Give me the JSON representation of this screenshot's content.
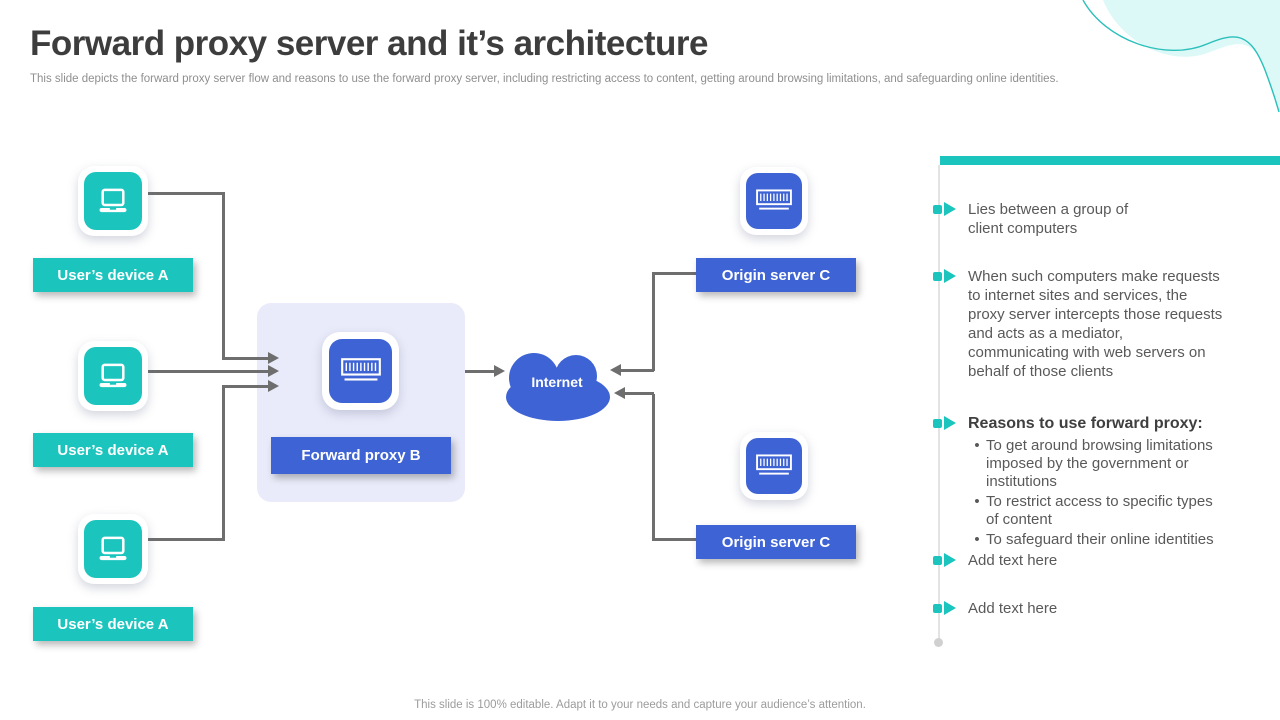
{
  "slide": {
    "title": "Forward proxy server and it’s architecture",
    "subtitle": "This slide depicts the forward proxy server flow and reasons to use the forward proxy server, including restricting access to content, getting around browsing limitations, and safeguarding online identities.",
    "footer": "This slide is 100% editable. Adapt it to your needs and capture your audience’s attention."
  },
  "diagram": {
    "devices": [
      {
        "label": "User’s device A",
        "icon": "laptop-icon"
      },
      {
        "label": "User’s device A",
        "icon": "laptop-icon"
      },
      {
        "label": "User’s device A",
        "icon": "laptop-icon"
      }
    ],
    "proxy": {
      "label": "Forward proxy B",
      "icon": "server-icon"
    },
    "cloud": {
      "label": "Internet",
      "icon": "cloud-icon"
    },
    "origins": [
      {
        "label": "Origin server C",
        "icon": "server-icon"
      },
      {
        "label": "Origin server C",
        "icon": "server-icon"
      }
    ]
  },
  "panel": {
    "bullet_icon": "arrow-right-icon",
    "bullets": [
      {
        "text": "Lies between a group of\nclient computers"
      },
      {
        "text": "When such computers make requests\nto internet sites and services, the\nproxy server intercepts those requests\nand acts as a mediator,\ncommunicating with web servers on\nbehalf of those clients"
      },
      {
        "heading": "Reasons to use forward proxy:",
        "items": [
          "To get around browsing limitations\nimposed by the government or institutions",
          "To restrict access to specific types\nof content",
          "To safeguard their online identities"
        ]
      },
      {
        "text": "Add text here"
      },
      {
        "text": "Add text here"
      }
    ]
  },
  "colors": {
    "teal": "#1BC5BE",
    "teal_light": "#DCF8F7",
    "teal_stroke": "#2CC0BB",
    "blue": "#3E63D4",
    "lavender": "#E9EBFA",
    "connector": "#6E6E6E",
    "title_text": "#3D3D3D",
    "body_text": "#595959",
    "muted_text": "#8F8F8F",
    "line_gray": "#E3E3E3"
  }
}
